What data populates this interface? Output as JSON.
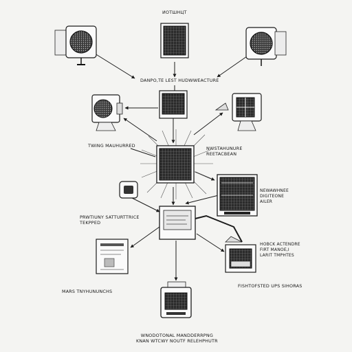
{
  "labels": {
    "top_title": "ИОТШНЦТ",
    "top_device_caption": "DANPO,TE LEST HUDWWEACTURE",
    "left_mid": "TWING MAUHURRED",
    "right_mid": "NWSTAHUNURE\nREETACBEAN",
    "monitor_right": "NEWAWHNEE\nDIGITEONE\nAILER",
    "left_lower": "PRWTIUNY SATTURTTRICE\nTEKPPED",
    "right_lower": "HOBCK ACTENDRE\nFIRT MANOE,I\nLARIT TMPHTES",
    "bottom_left": "MARS TNYHUNUNCHS",
    "bottom_right": "FISHTOFSTED UPS SIHORAS",
    "bottom_caption": "WNODOTONAL MANDDERRPNG\nKNAN WTCWY NOUTF RELEHPHUTR"
  },
  "palette": {
    "stroke": "#1b1b1b",
    "screen": "#2a2a2a",
    "paper": "#fafafa",
    "background": "#f4f4f2"
  },
  "icons": {
    "speaker_left": "speaker-icon",
    "speaker_right": "speaker-icon",
    "center_top": "grid-panel-icon",
    "hub": "starburst-hub-icon"
  }
}
